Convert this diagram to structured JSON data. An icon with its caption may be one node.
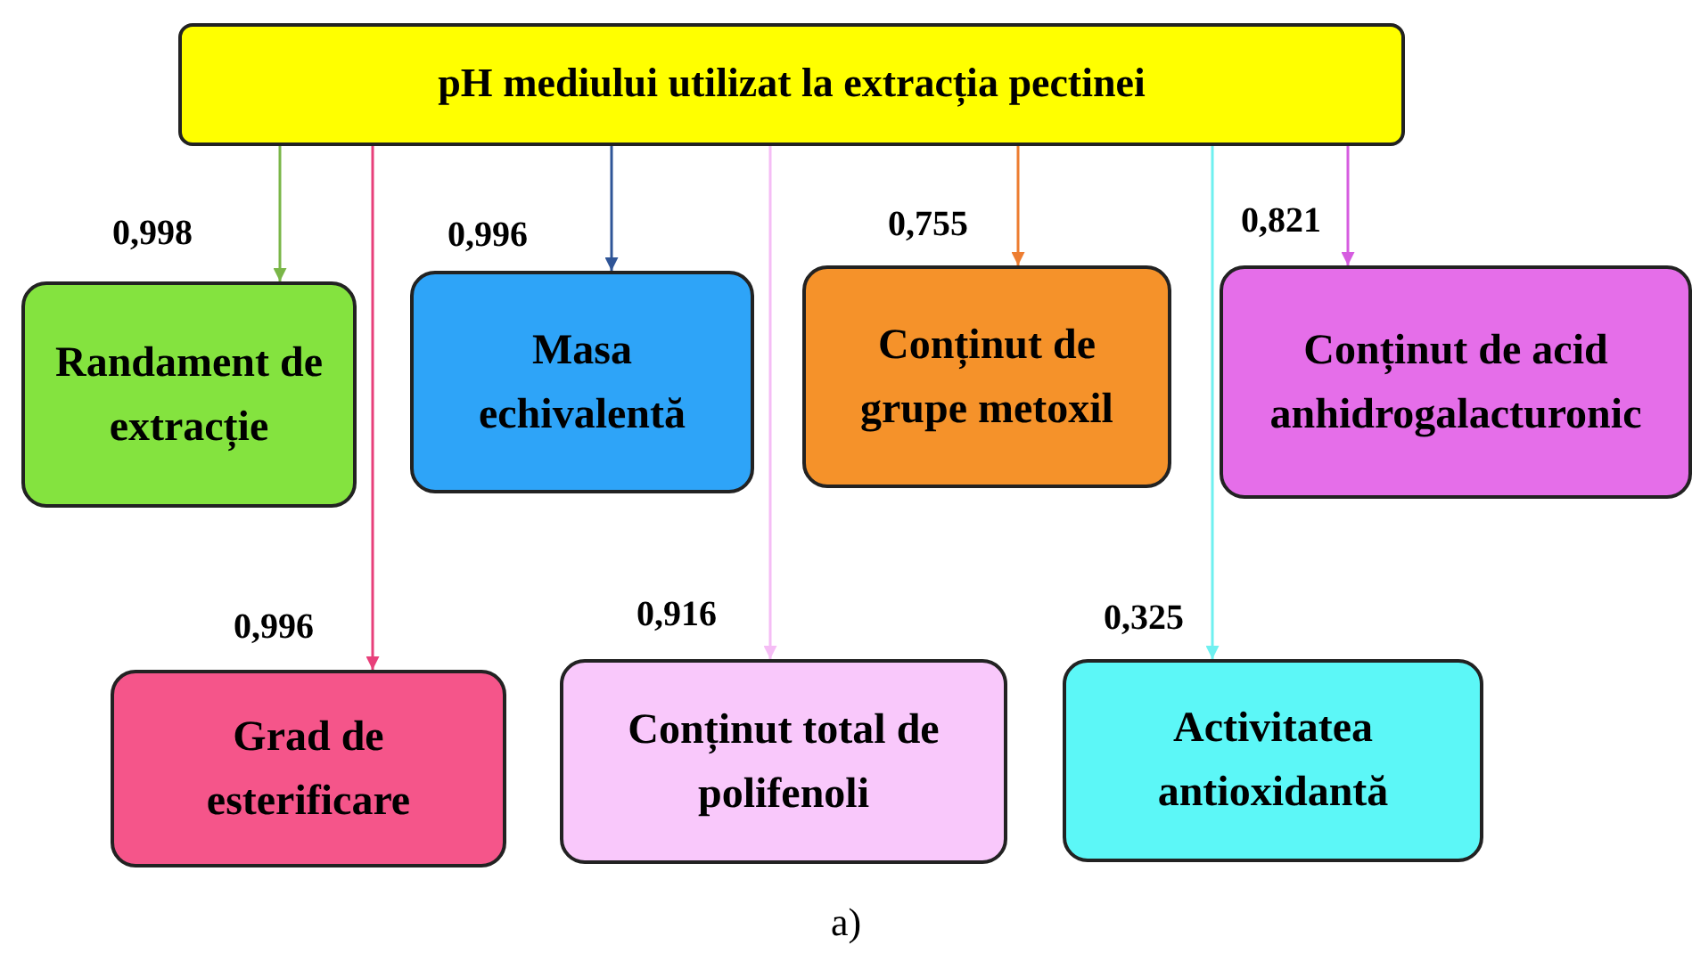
{
  "diagram": {
    "caption": "a)",
    "nodes": [
      {
        "text": [
          "pH mediului utilizat la extracția pectinei"
        ]
      },
      {
        "text": [
          "Randament de extracție"
        ]
      },
      {
        "text": [
          "Masa echivalentă"
        ]
      },
      {
        "text": [
          "Conținut de grupe metoxil"
        ]
      },
      {
        "text": [
          "Conținut de acid anhidrogalacturonic"
        ]
      },
      {
        "text": [
          "Grad de esterificare"
        ]
      },
      {
        "text": [
          "Conținut total de polifenoli"
        ]
      },
      {
        "text": [
          "Activitatea antioxidantă"
        ]
      }
    ],
    "edges": [
      {
        "from": 0,
        "to": 1,
        "arrow": "to",
        "label": "0,998",
        "color": "#7ab648"
      },
      {
        "from": 0,
        "to": 2,
        "arrow": "to",
        "label": "0,996",
        "color": "#2f5597"
      },
      {
        "from": 0,
        "to": 3,
        "arrow": "to",
        "label": "0,755",
        "color": "#ed7d31"
      },
      {
        "from": 0,
        "to": 4,
        "arrow": "to",
        "label": "0,821",
        "color": "#d65ce0"
      },
      {
        "from": 0,
        "to": 5,
        "arrow": "to",
        "label": "0,996",
        "color": "#e8407a"
      },
      {
        "from": 0,
        "to": 6,
        "arrow": "to",
        "label": "0,916",
        "color": "#f5bdf5"
      },
      {
        "from": 0,
        "to": 7,
        "arrow": "to",
        "label": "0,325",
        "color": "#6ff0f0"
      }
    ]
  }
}
